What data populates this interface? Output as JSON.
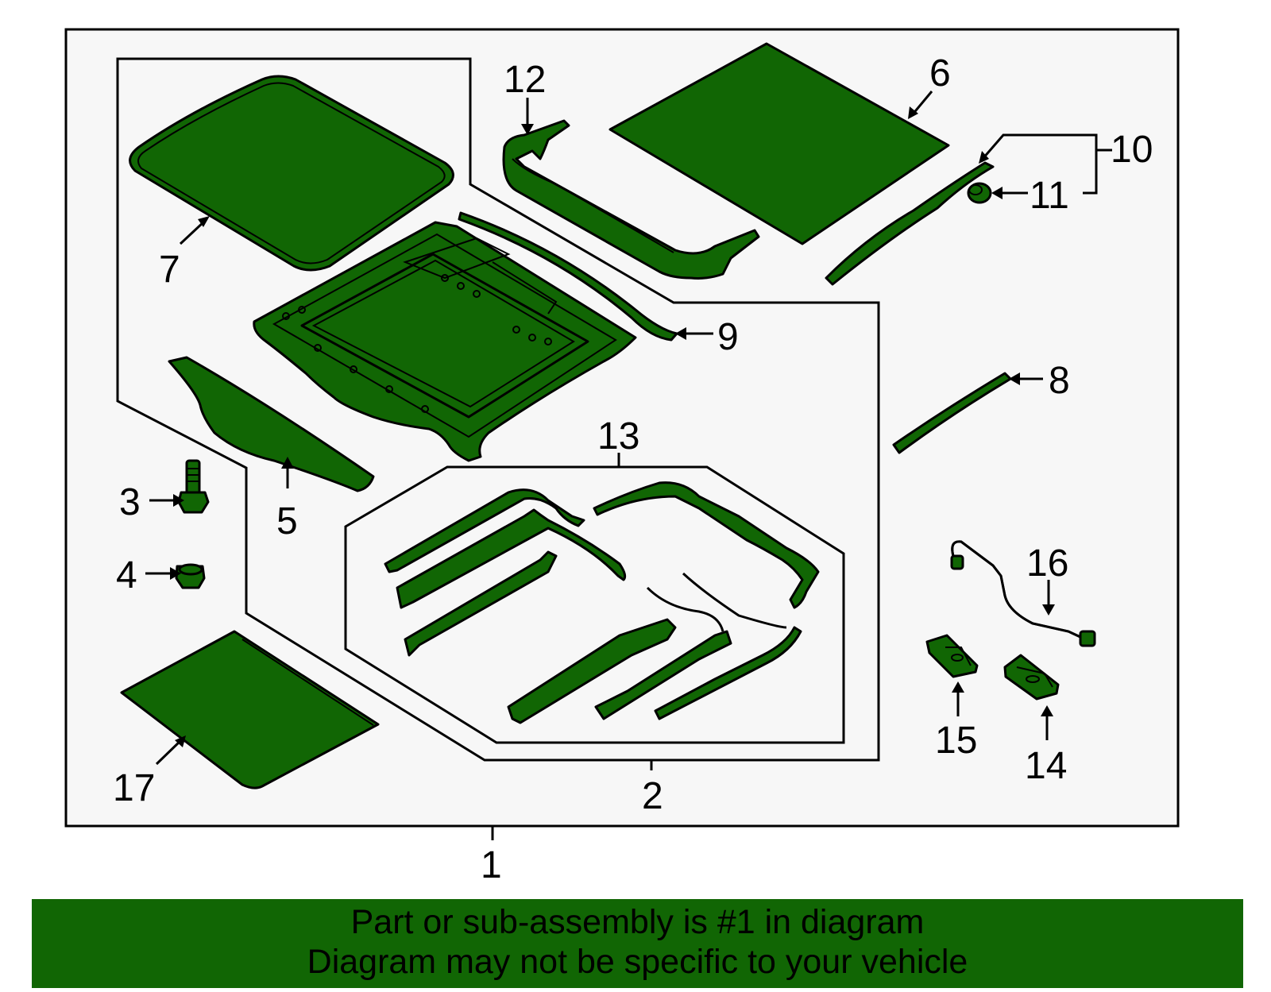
{
  "callouts": {
    "c1": "1",
    "c2": "2",
    "c3": "3",
    "c4": "4",
    "c5": "5",
    "c6": "6",
    "c7": "7",
    "c8": "8",
    "c9": "9",
    "c10": "10",
    "c11": "11",
    "c12": "12",
    "c13": "13",
    "c14": "14",
    "c15": "15",
    "c16": "16",
    "c17": "17"
  },
  "banner": {
    "line1": "Part or sub-assembly is #1 in diagram",
    "line2": "Diagram may not be specific to your vehicle"
  },
  "colors": {
    "part_fill": "#116604",
    "panel_bg": "#f7f7f7",
    "outline": "#000000"
  }
}
